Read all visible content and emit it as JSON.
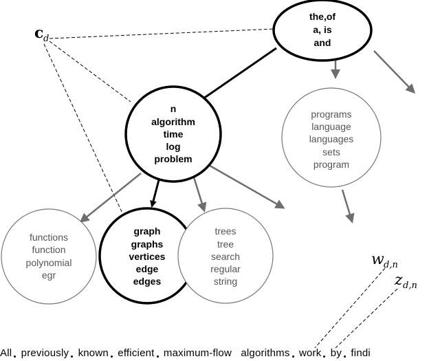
{
  "latent_labels": {
    "c": "c",
    "c_sub": "d",
    "w": "w",
    "w_sub": "d,n",
    "z": "z",
    "z_sub": "d,n"
  },
  "nodes": {
    "root": [
      "the,of",
      "a, is",
      "and"
    ],
    "level1_bold": [
      "n",
      "algorithm",
      "time",
      "log",
      "problem"
    ],
    "level1_gray": [
      "programs",
      "language",
      "languages",
      "sets",
      "program"
    ],
    "leaf_functions": [
      "functions",
      "function",
      "polynomial",
      "egr"
    ],
    "leaf_graph": [
      "graph",
      "graphs",
      "vertices",
      "edge",
      "edges"
    ],
    "leaf_trees": [
      "trees",
      "tree",
      "search",
      "regular",
      "string"
    ]
  },
  "sentence_words": [
    "All",
    "previously",
    "known",
    "efficient",
    "maximum-flow",
    "algorithms",
    "work",
    "by",
    "findi"
  ],
  "colors": {
    "bold_edge": "#000000",
    "gray_edge": "#6e6e6e",
    "gray_text": "#555555"
  }
}
